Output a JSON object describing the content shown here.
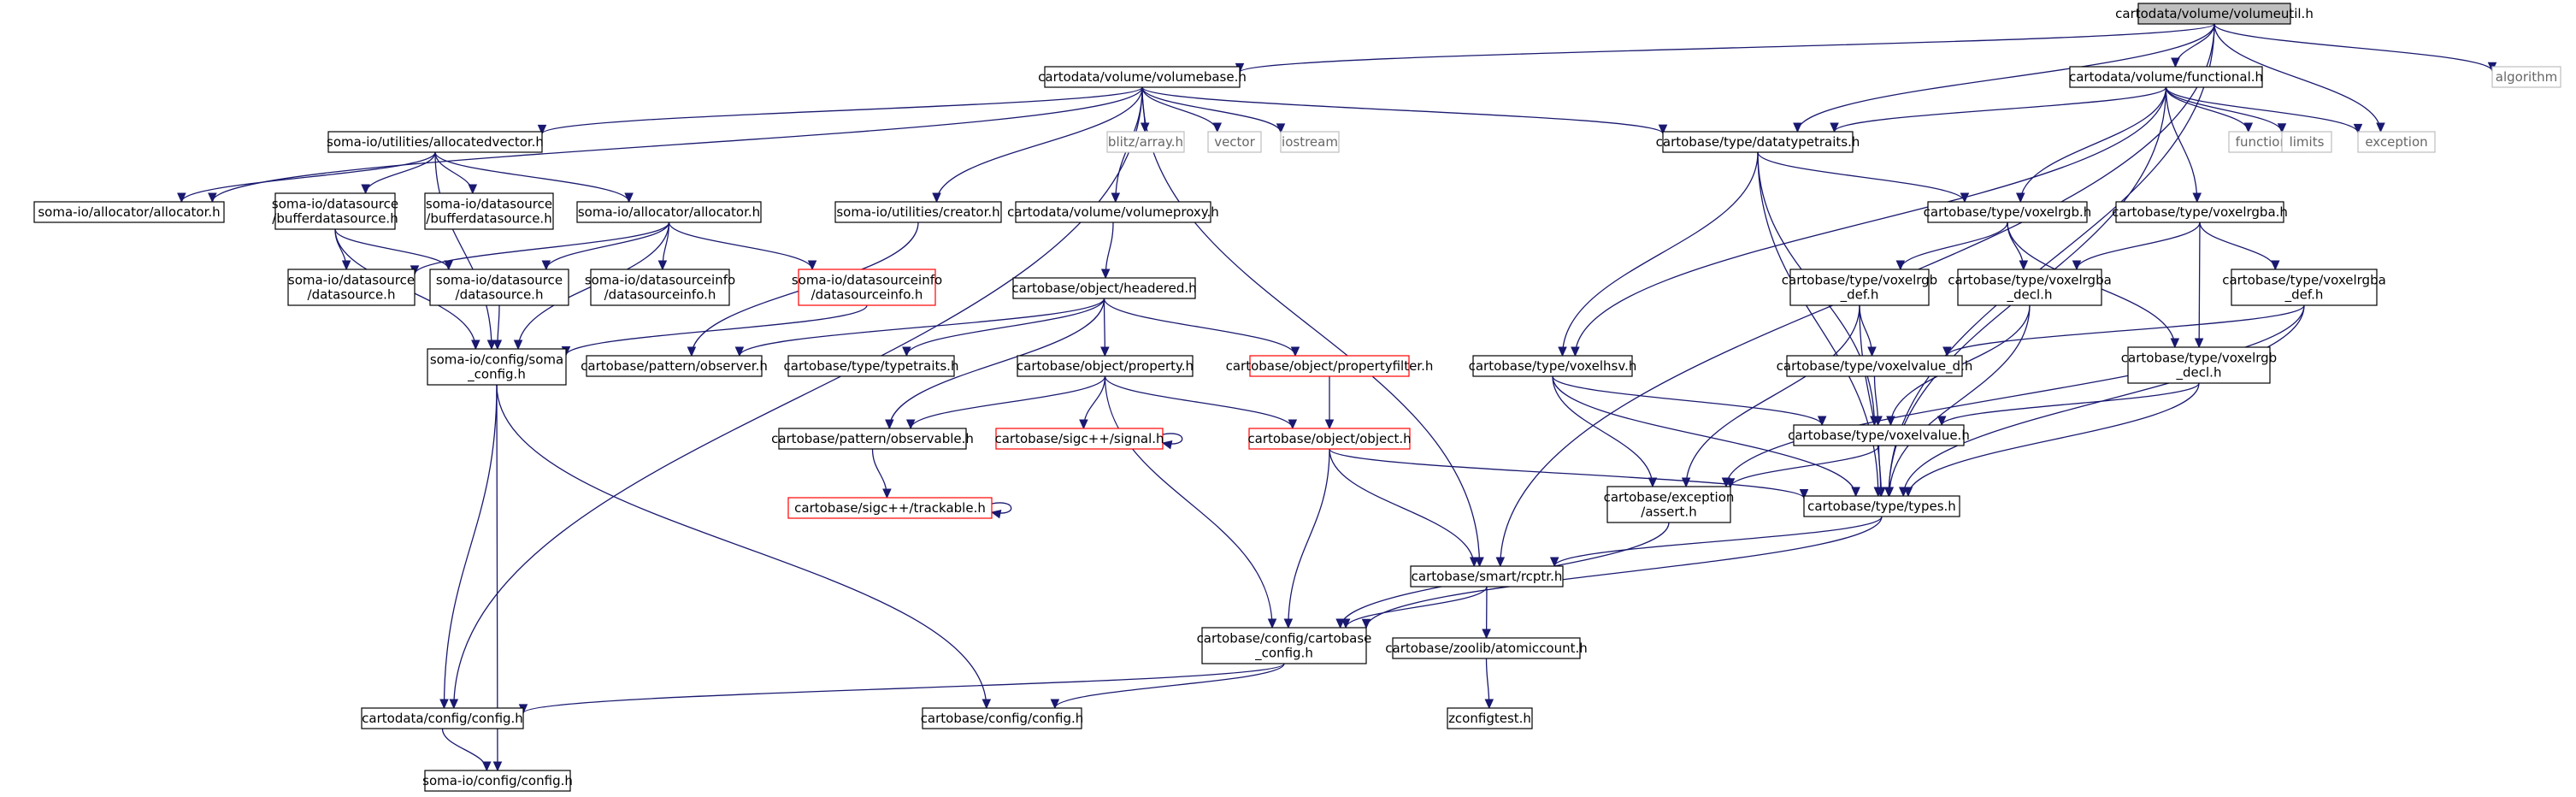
{
  "graph": {
    "kind": "include dependency graph",
    "root": "vu",
    "nodes": [
      {
        "id": "vu",
        "lines": [
          "cartodata/volume/volumeutil.h"
        ],
        "style": "root"
      },
      {
        "id": "vb",
        "lines": [
          "cartodata/volume/volumebase.h"
        ],
        "style": "normal"
      },
      {
        "id": "fn",
        "lines": [
          "cartodata/volume/functional.h"
        ],
        "style": "normal"
      },
      {
        "id": "algorithm",
        "lines": [
          "algorithm"
        ],
        "style": "ext"
      },
      {
        "id": "exception",
        "lines": [
          "exception"
        ],
        "style": "ext"
      },
      {
        "id": "functional",
        "lines": [
          "functional"
        ],
        "style": "ext"
      },
      {
        "id": "limits",
        "lines": [
          "limits"
        ],
        "style": "ext"
      },
      {
        "id": "blitz",
        "lines": [
          "blitz/array.h"
        ],
        "style": "ext"
      },
      {
        "id": "vector",
        "lines": [
          "vector"
        ],
        "style": "ext"
      },
      {
        "id": "iostream",
        "lines": [
          "iostream"
        ],
        "style": "ext"
      },
      {
        "id": "av",
        "lines": [
          "soma-io/utilities/allocatedvector.h"
        ],
        "style": "normal"
      },
      {
        "id": "dtt",
        "lines": [
          "cartobase/type/datatypetraits.h"
        ],
        "style": "normal"
      },
      {
        "id": "aa1",
        "lines": [
          "soma-io/allocator/allocator.h"
        ],
        "style": "normal"
      },
      {
        "id": "bds",
        "lines": [
          "soma-io/datasource",
          "/bufferdatasource.h"
        ],
        "style": "normal"
      },
      {
        "id": "bds2",
        "lines": [
          "soma-io/datasource",
          "/bufferdatasource.h"
        ],
        "style": "normal"
      },
      {
        "id": "aa2",
        "lines": [
          "soma-io/allocator/allocator.h"
        ],
        "style": "normal"
      },
      {
        "id": "creator",
        "lines": [
          "soma-io/utilities/creator.h"
        ],
        "style": "normal"
      },
      {
        "id": "vproxy",
        "lines": [
          "cartodata/volume/volumeproxy.h"
        ],
        "style": "normal"
      },
      {
        "id": "ds1",
        "lines": [
          "soma-io/datasource",
          "/datasource.h"
        ],
        "style": "normal"
      },
      {
        "id": "ds2",
        "lines": [
          "soma-io/datasource",
          "/datasource.h"
        ],
        "style": "normal"
      },
      {
        "id": "dsi1",
        "lines": [
          "soma-io/datasourceinfo",
          "/datasourceinfo.h"
        ],
        "style": "normal"
      },
      {
        "id": "dsi2",
        "lines": [
          "soma-io/datasourceinfo",
          "/datasourceinfo.h"
        ],
        "style": "incomplete"
      },
      {
        "id": "somacfg",
        "lines": [
          "soma-io/config/soma",
          "_config.h"
        ],
        "style": "normal"
      },
      {
        "id": "headered",
        "lines": [
          "cartobase/object/headered.h"
        ],
        "style": "normal"
      },
      {
        "id": "observer",
        "lines": [
          "cartobase/pattern/observer.h"
        ],
        "style": "normal"
      },
      {
        "id": "typetraits",
        "lines": [
          "cartobase/type/typetraits.h"
        ],
        "style": "normal"
      },
      {
        "id": "property",
        "lines": [
          "cartobase/object/property.h"
        ],
        "style": "normal"
      },
      {
        "id": "pfilter",
        "lines": [
          "cartobase/object/propertyfilter.h"
        ],
        "style": "incomplete"
      },
      {
        "id": "observable",
        "lines": [
          "cartobase/pattern/observable.h"
        ],
        "style": "normal"
      },
      {
        "id": "signal",
        "lines": [
          "cartobase/sigc++/signal.h"
        ],
        "style": "incomplete"
      },
      {
        "id": "object",
        "lines": [
          "cartobase/object/object.h"
        ],
        "style": "incomplete"
      },
      {
        "id": "trackable",
        "lines": [
          "cartobase/sigc++/trackable.h"
        ],
        "style": "incomplete"
      },
      {
        "id": "vrgb",
        "lines": [
          "cartobase/type/voxelrgb.h"
        ],
        "style": "normal"
      },
      {
        "id": "vrgba",
        "lines": [
          "cartobase/type/voxelrgba.h"
        ],
        "style": "normal"
      },
      {
        "id": "vrgbdef",
        "lines": [
          "cartobase/type/voxelrgb",
          "_def.h"
        ],
        "style": "normal"
      },
      {
        "id": "vrgbadecl",
        "lines": [
          "cartobase/type/voxelrgba",
          "_decl.h"
        ],
        "style": "normal"
      },
      {
        "id": "vrgbadef",
        "lines": [
          "cartobase/type/voxelrgba",
          "_def.h"
        ],
        "style": "normal"
      },
      {
        "id": "vhsv",
        "lines": [
          "cartobase/type/voxelhsv.h"
        ],
        "style": "normal"
      },
      {
        "id": "vvd",
        "lines": [
          "cartobase/type/voxelvalue_d.h"
        ],
        "style": "normal"
      },
      {
        "id": "vrgbdecl",
        "lines": [
          "cartobase/type/voxelrgb",
          "_decl.h"
        ],
        "style": "normal"
      },
      {
        "id": "vv",
        "lines": [
          "cartobase/type/voxelvalue.h"
        ],
        "style": "normal"
      },
      {
        "id": "assert",
        "lines": [
          "cartobase/exception",
          "/assert.h"
        ],
        "style": "normal"
      },
      {
        "id": "types",
        "lines": [
          "cartobase/type/types.h"
        ],
        "style": "normal"
      },
      {
        "id": "rcptr",
        "lines": [
          "cartobase/smart/rcptr.h"
        ],
        "style": "normal"
      },
      {
        "id": "cbcfg",
        "lines": [
          "cartobase/config/cartobase",
          "_config.h"
        ],
        "style": "normal"
      },
      {
        "id": "atomic",
        "lines": [
          "cartobase/zoolib/atomiccount.h"
        ],
        "style": "normal"
      },
      {
        "id": "zcfg",
        "lines": [
          "zconfigtest.h"
        ],
        "style": "normal"
      },
      {
        "id": "cdcfg",
        "lines": [
          "cartodata/config/config.h"
        ],
        "style": "normal"
      },
      {
        "id": "cbconf",
        "lines": [
          "cartobase/config/config.h"
        ],
        "style": "normal"
      },
      {
        "id": "somaconf",
        "lines": [
          "soma-io/config/config.h"
        ],
        "style": "normal"
      }
    ],
    "edges": [
      [
        "vu",
        "vb"
      ],
      [
        "vu",
        "fn"
      ],
      [
        "vu",
        "algorithm"
      ],
      [
        "vu",
        "exception"
      ],
      [
        "vu",
        "dtt"
      ],
      [
        "vu",
        "types"
      ],
      [
        "vu",
        "rcptr"
      ],
      [
        "vb",
        "blitz"
      ],
      [
        "vb",
        "vector"
      ],
      [
        "vb",
        "iostream"
      ],
      [
        "vb",
        "av"
      ],
      [
        "vb",
        "aa1"
      ],
      [
        "vb",
        "creator"
      ],
      [
        "vb",
        "vproxy"
      ],
      [
        "vb",
        "dtt"
      ],
      [
        "vb",
        "rcptr"
      ],
      [
        "vb",
        "cdcfg"
      ],
      [
        "fn",
        "dtt"
      ],
      [
        "fn",
        "functional"
      ],
      [
        "fn",
        "limits"
      ],
      [
        "fn",
        "exception"
      ],
      [
        "fn",
        "vrgb"
      ],
      [
        "fn",
        "vrgba"
      ],
      [
        "fn",
        "vhsv"
      ],
      [
        "fn",
        "types"
      ],
      [
        "av",
        "aa1"
      ],
      [
        "av",
        "bds"
      ],
      [
        "av",
        "bds2"
      ],
      [
        "av",
        "aa2"
      ],
      [
        "av",
        "somacfg"
      ],
      [
        "bds",
        "ds1"
      ],
      [
        "bds",
        "ds2"
      ],
      [
        "bds",
        "somacfg"
      ],
      [
        "aa2",
        "ds1"
      ],
      [
        "aa2",
        "ds2"
      ],
      [
        "aa2",
        "dsi1"
      ],
      [
        "aa2",
        "dsi2"
      ],
      [
        "aa2",
        "somacfg"
      ],
      [
        "ds2",
        "somacfg"
      ],
      [
        "dsi2",
        "somacfg"
      ],
      [
        "creator",
        "observer"
      ],
      [
        "vproxy",
        "headered"
      ],
      [
        "headered",
        "observer"
      ],
      [
        "headered",
        "typetraits"
      ],
      [
        "headered",
        "property"
      ],
      [
        "headered",
        "pfilter"
      ],
      [
        "headered",
        "observable"
      ],
      [
        "property",
        "observable"
      ],
      [
        "property",
        "signal"
      ],
      [
        "property",
        "object"
      ],
      [
        "property",
        "cbcfg"
      ],
      [
        "pfilter",
        "object"
      ],
      [
        "observable",
        "trackable"
      ],
      [
        "object",
        "types"
      ],
      [
        "object",
        "rcptr"
      ],
      [
        "object",
        "cbcfg"
      ],
      [
        "dtt",
        "vrgb"
      ],
      [
        "dtt",
        "vhsv"
      ],
      [
        "dtt",
        "vv"
      ],
      [
        "dtt",
        "types"
      ],
      [
        "vrgb",
        "vrgbdef"
      ],
      [
        "vrgb",
        "vrgbadecl"
      ],
      [
        "vrgb",
        "vrgbdecl"
      ],
      [
        "vrgba",
        "vrgbadecl"
      ],
      [
        "vrgba",
        "vrgbadef"
      ],
      [
        "vrgba",
        "vrgbdecl"
      ],
      [
        "vrgbdef",
        "vvd"
      ],
      [
        "vrgbdef",
        "assert"
      ],
      [
        "vrgbdef",
        "types"
      ],
      [
        "vrgbadecl",
        "vv"
      ],
      [
        "vrgbadecl",
        "types"
      ],
      [
        "vrgbadef",
        "vvd"
      ],
      [
        "vrgbadef",
        "assert"
      ],
      [
        "vrgbadef",
        "types"
      ],
      [
        "vhsv",
        "vv"
      ],
      [
        "vhsv",
        "assert"
      ],
      [
        "vhsv",
        "types"
      ],
      [
        "vvd",
        "vv"
      ],
      [
        "vrgbdecl",
        "vv"
      ],
      [
        "vrgbdecl",
        "types"
      ],
      [
        "vv",
        "assert"
      ],
      [
        "vv",
        "types"
      ],
      [
        "assert",
        "cbcfg"
      ],
      [
        "types",
        "rcptr"
      ],
      [
        "types",
        "cbcfg"
      ],
      [
        "rcptr",
        "cbcfg"
      ],
      [
        "rcptr",
        "atomic"
      ],
      [
        "atomic",
        "zcfg"
      ],
      [
        "somacfg",
        "cdcfg"
      ],
      [
        "somacfg",
        "somaconf"
      ],
      [
        "somacfg",
        "cbconf"
      ],
      [
        "cbcfg",
        "cdcfg"
      ],
      [
        "cbcfg",
        "cbconf"
      ],
      [
        "cdcfg",
        "somaconf"
      ],
      [
        "signal",
        "signal"
      ],
      [
        "trackable",
        "trackable"
      ]
    ]
  }
}
